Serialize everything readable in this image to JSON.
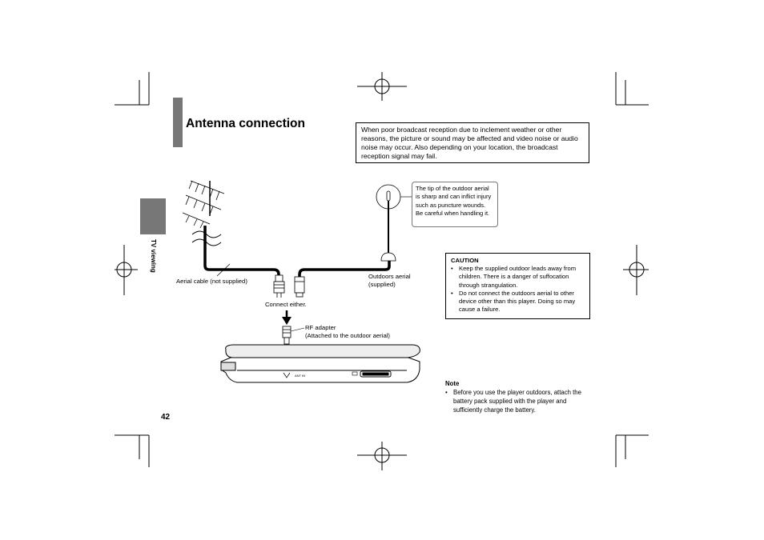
{
  "section": {
    "title": "Antenna connection",
    "side_label": "TV viewing"
  },
  "info_box": {
    "text": "When poor broadcast reception due to inclement weather or other reasons, the picture or sound may be affected and video noise or audio noise may occur. Also depending on your location, the broadcast reception signal may fail."
  },
  "diagram": {
    "tip_callout": "The tip of the outdoor aerial is sharp and can inflict injury such as puncture wounds. Be careful when handling it.",
    "aerial_cable_label": "Aerial cable (not supplied)",
    "outdoors_aerial_label_line1": "Outdoors aerial",
    "outdoors_aerial_label_line2": "(supplied)",
    "connect_label": "Connect either.",
    "rf_adapter_label_line1": "RF adapter",
    "rf_adapter_label_line2": "(Attached to the outdoor aerial)",
    "player_port_label": "ANT IN"
  },
  "caution": {
    "title": "CAUTION",
    "items": [
      "Keep the supplied outdoor leads away from children. There is a danger of suffocation through strangulation.",
      "Do not connect the outdoors aerial to other device other than this player. Doing so may cause a failure."
    ]
  },
  "note": {
    "title": "Note",
    "items": [
      "Before you use the player outdoors, attach the battery pack supplied with the player and sufficiently charge the battery."
    ]
  },
  "page_number": "42"
}
